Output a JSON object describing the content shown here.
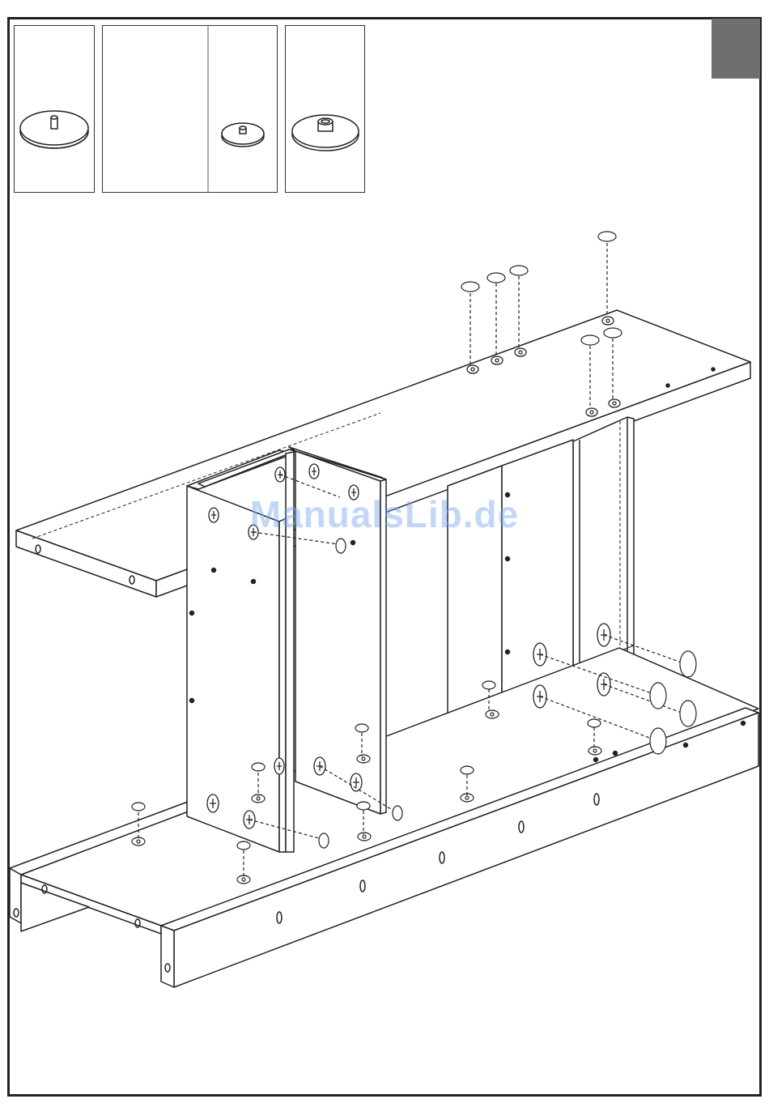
{
  "page": {
    "step_tab_color": "#6f6f6f",
    "line_color": "#222222"
  },
  "parts_legend": [
    {
      "id": "part-cam-disc-large",
      "icon": "cam-lock-disc-icon"
    },
    {
      "id": "part-cam-disc-small",
      "icon": "small-cam-disc-icon"
    },
    {
      "id": "part-cam-housing",
      "icon": "cam-housing-disc-icon"
    }
  ],
  "illustration": {
    "subject": "assembly-drawing",
    "fasteners": "cam-lock-and-dowel"
  },
  "watermark": {
    "text": "ManualsLib.de",
    "color": "#7aa8f0"
  }
}
